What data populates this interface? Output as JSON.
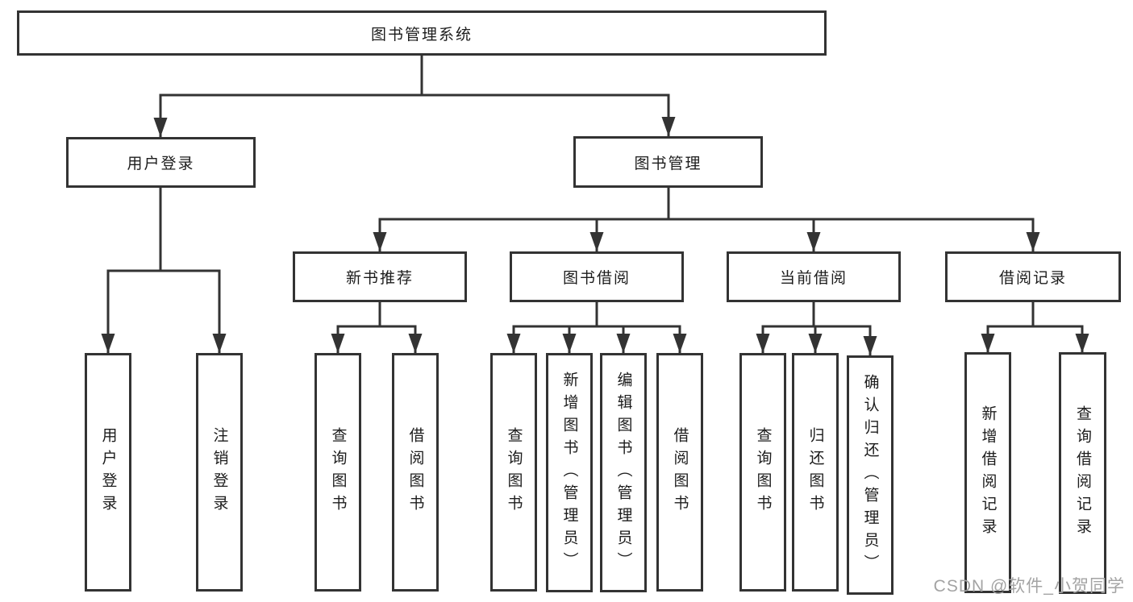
{
  "tree": {
    "root": {
      "label": "图书管理系统",
      "children": [
        {
          "label": "用户登录",
          "children": [
            {
              "label": "用户登录"
            },
            {
              "label": "注销登录"
            }
          ]
        },
        {
          "label": "图书管理",
          "children": [
            {
              "label": "新书推荐",
              "children": [
                {
                  "label": "查询图书"
                },
                {
                  "label": "借阅图书"
                }
              ]
            },
            {
              "label": "图书借阅",
              "children": [
                {
                  "label": "查询图书"
                },
                {
                  "label": "新增图书（管理员）"
                },
                {
                  "label": "编辑图书（管理员）"
                },
                {
                  "label": "借阅图书"
                }
              ]
            },
            {
              "label": "当前借阅",
              "children": [
                {
                  "label": "查询图书"
                },
                {
                  "label": "归还图书"
                },
                {
                  "label": "确认归还（管理员）"
                }
              ]
            },
            {
              "label": "借阅记录",
              "children": [
                {
                  "label": "新增借阅记录"
                },
                {
                  "label": "查询借阅记录"
                }
              ]
            }
          ]
        }
      ]
    }
  },
  "watermark": {
    "text": "CSDN @软件_小贺同学"
  },
  "colors": {
    "line": "#333333",
    "box_border": "#333333",
    "text": "#1c1c1c",
    "watermark": "#a3a3a3",
    "background": "#ffffff"
  }
}
